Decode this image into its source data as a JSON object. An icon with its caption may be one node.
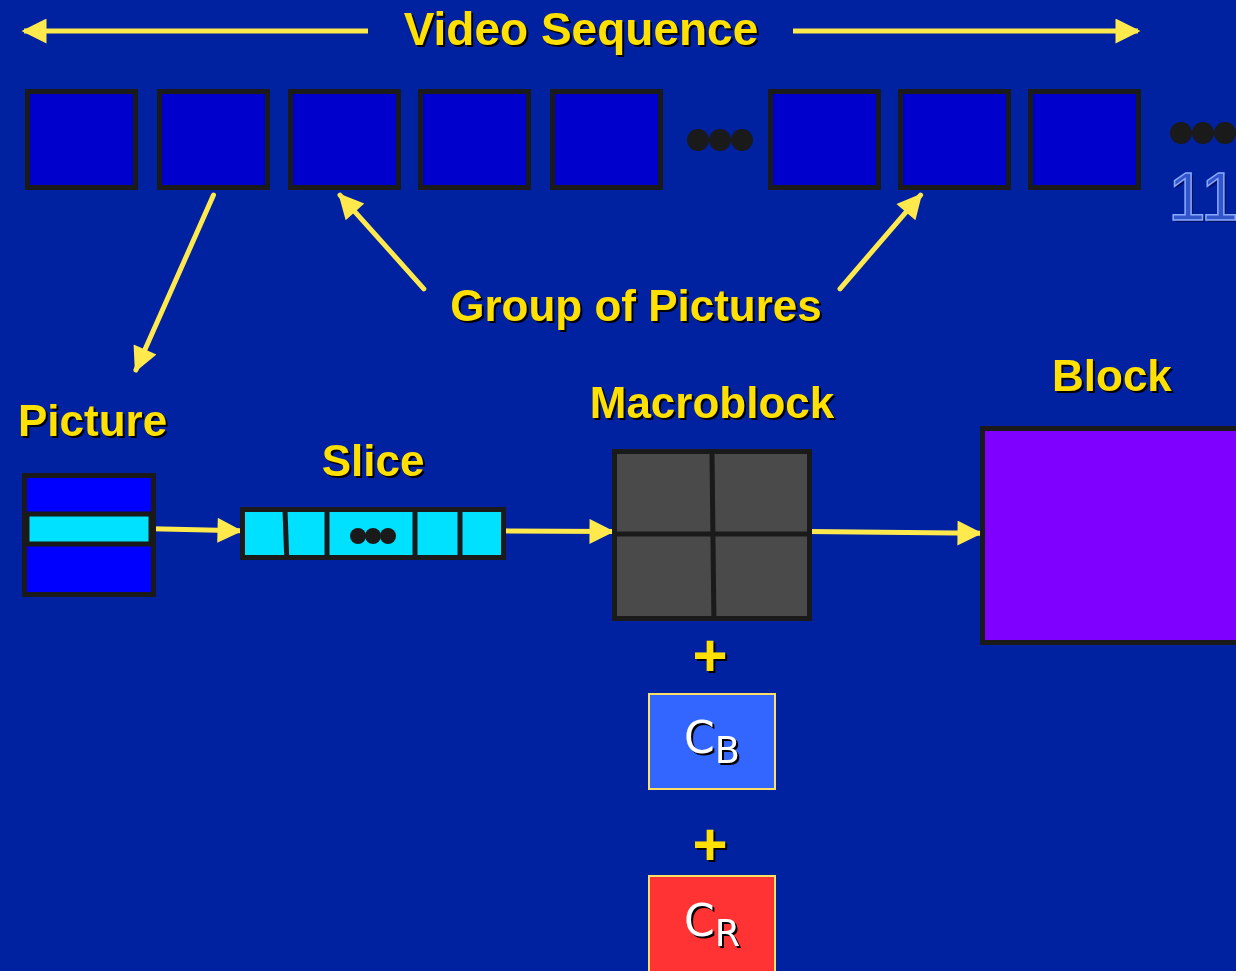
{
  "diagram": {
    "title": "Video Sequence",
    "nodes": [
      {
        "text": [],
        "shape": "box"
      },
      {
        "text": [],
        "shape": "box"
      },
      {
        "text": [],
        "shape": "box"
      },
      {
        "text": [],
        "shape": "box"
      },
      {
        "text": [],
        "shape": "box"
      },
      {
        "text": [],
        "shape": "box"
      },
      {
        "text": [],
        "shape": "box"
      },
      {
        "text": [],
        "shape": "box"
      },
      {
        "text": [
          "Group of Pictures"
        ]
      },
      {
        "text": [
          "Picture"
        ]
      },
      {
        "text": [
          "Slice"
        ]
      },
      {
        "text": [
          "Macroblock"
        ]
      },
      {
        "text": [
          "Block"
        ]
      },
      {
        "text": [
          "C$_{B}$"
        ]
      },
      {
        "text": [
          "C$_{R}$"
        ]
      }
    ],
    "edges": [
      {
        "from": 8,
        "to": 2,
        "arrow": "to"
      },
      {
        "from": 8,
        "to": 6,
        "arrow": "to"
      },
      {
        "from": 1,
        "to": 9,
        "arrow": "to"
      },
      {
        "from": 9,
        "to": 10,
        "arrow": "to"
      },
      {
        "from": 10,
        "to": 11,
        "arrow": "to"
      },
      {
        "from": 11,
        "to": 12,
        "arrow": "to"
      }
    ],
    "labels": [
      "11",
      "+",
      "+"
    ]
  }
}
